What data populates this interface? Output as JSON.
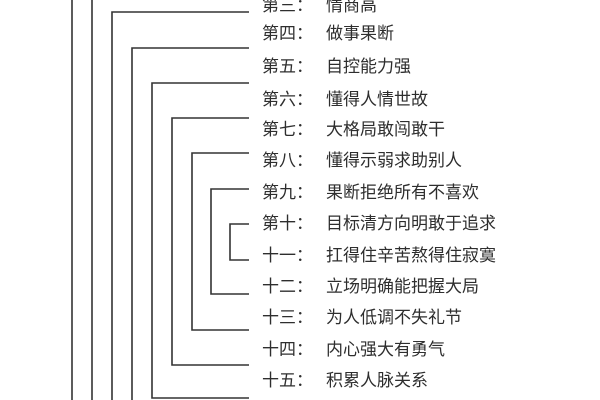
{
  "items": [
    {
      "num": "第三：",
      "text": "情商高"
    },
    {
      "num": "第四：",
      "text": "做事果断"
    },
    {
      "num": "第五：",
      "text": "自控能力强"
    },
    {
      "num": "第六：",
      "text": "懂得人情世故"
    },
    {
      "num": "第七：",
      "text": "大格局敢闯敢干"
    },
    {
      "num": "第八：",
      "text": "懂得示弱求助别人"
    },
    {
      "num": "第九：",
      "text": "果断拒绝所有不喜欢"
    },
    {
      "num": "第十：",
      "text": "目标清方向明敢于追求"
    },
    {
      "num": "十一：",
      "text": "扛得住辛苦熬得住寂寞"
    },
    {
      "num": "十二：",
      "text": "立场明确能把握大局"
    },
    {
      "num": "十三：",
      "text": "为人低调不失礼节"
    },
    {
      "num": "十四：",
      "text": "内心强大有勇气"
    },
    {
      "num": "十五：",
      "text": "积累人脉关系"
    }
  ],
  "colors": {
    "line": "#333333",
    "text": "#2e2e2e",
    "background": "#ffffff"
  }
}
